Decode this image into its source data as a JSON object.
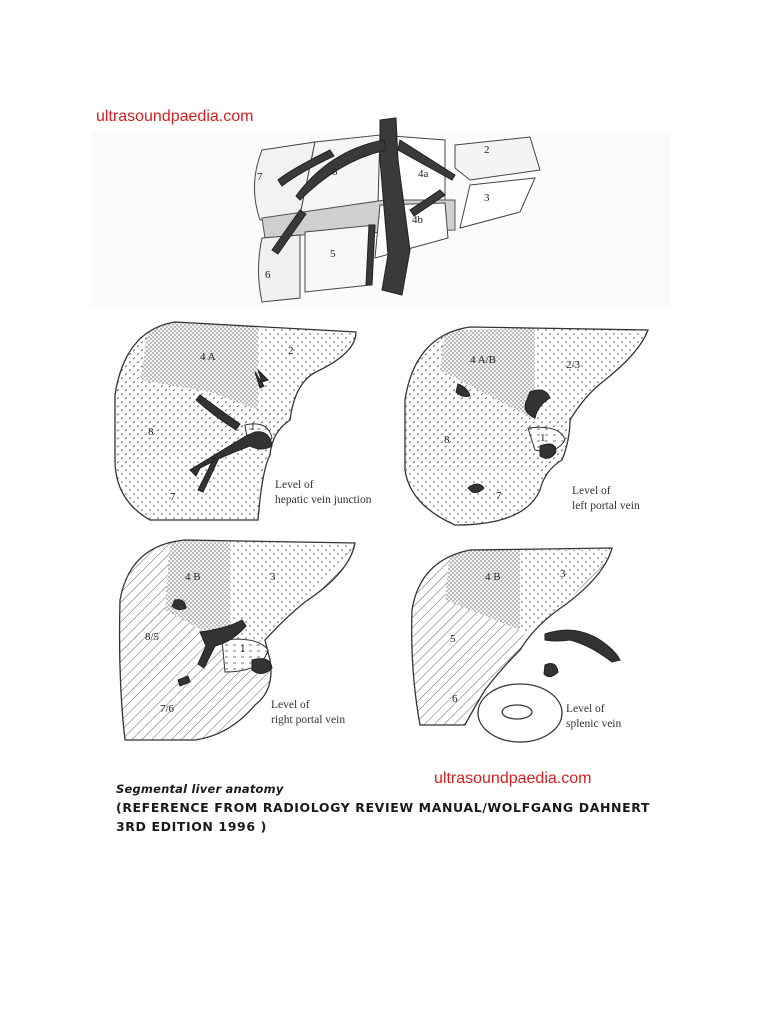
{
  "watermark_top": "ultrasoundpaedia.com",
  "watermark_bottom": "ultrasoundpaedia.com",
  "top_diagram": {
    "segments": [
      "2",
      "7",
      "8",
      "4a",
      "3",
      "4b",
      "5",
      "6"
    ]
  },
  "panels": [
    {
      "segments": [
        "4 A",
        "2",
        "8",
        "1",
        "7"
      ],
      "caption_line1": "Level of",
      "caption_line2": "hepatic vein junction"
    },
    {
      "segments": [
        "4 A/B",
        "2/3",
        "8",
        "1",
        "7"
      ],
      "caption_line1": "Level of",
      "caption_line2": "left portal vein"
    },
    {
      "segments": [
        "4 B",
        "3",
        "8/5",
        "1",
        "7/6"
      ],
      "caption_line1": "Level of",
      "caption_line2": "right portal vein"
    },
    {
      "segments": [
        "4 B",
        "3",
        "5",
        "6"
      ],
      "caption_line1": "Level of",
      "caption_line2": "splenic vein"
    }
  ],
  "caption": {
    "title": "Segmental liver anatomy",
    "line1": "(REFERENCE FROM RADIOLOGY REVIEW MANUAL/WOLFGANG DAHNERT",
    "line2": "3RD EDITION 1996 )"
  }
}
